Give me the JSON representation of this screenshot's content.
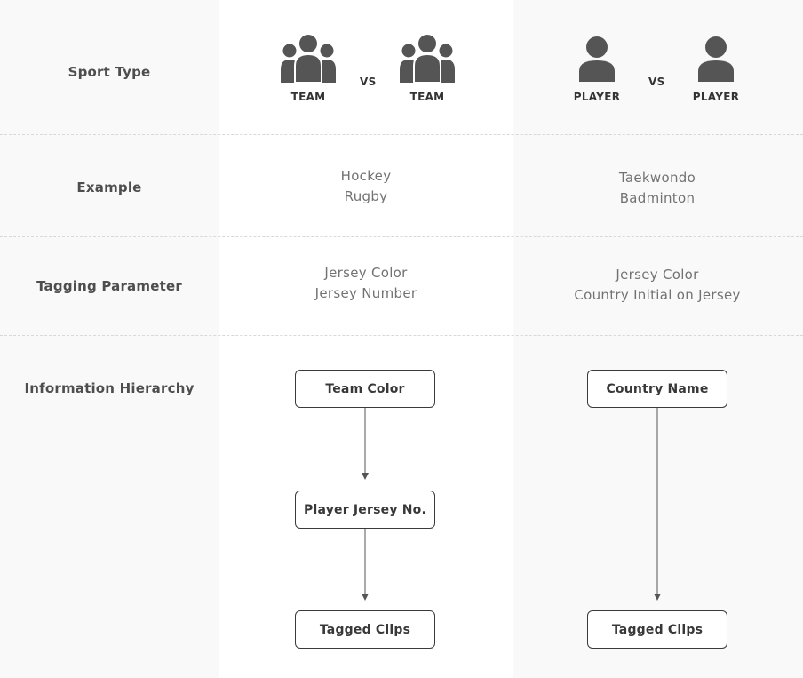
{
  "rows": {
    "sport_type": "Sport Type",
    "example": "Example",
    "tagging_parameter": "Tagging Parameter",
    "information_hierarchy": "Information Hierarchy"
  },
  "team_column": {
    "icon_left_label": "TEAM",
    "vs": "VS",
    "icon_right_label": "TEAM",
    "examples": [
      "Hockey",
      "Rugby"
    ],
    "parameters": [
      "Jersey Color",
      "Jersey Number"
    ],
    "hierarchy": {
      "top": "Team Color",
      "middle": "Player Jersey No.",
      "bottom": "Tagged Clips"
    }
  },
  "player_column": {
    "icon_left_label": "PLAYER",
    "vs": "VS",
    "icon_right_label": "PLAYER",
    "examples": [
      "Taekwondo",
      "Badminton"
    ],
    "parameters": [
      "Jersey Color",
      "Country Initial on Jersey"
    ],
    "hierarchy": {
      "top": "Country Name",
      "bottom": "Tagged Clips"
    }
  },
  "icons": {
    "team": "group-icon",
    "player": "person-icon"
  },
  "colors": {
    "icon_fill": "#555555",
    "side_background": "#f9f9f9",
    "divider": "#d8d8d8",
    "node_border": "#3a3a3a"
  }
}
